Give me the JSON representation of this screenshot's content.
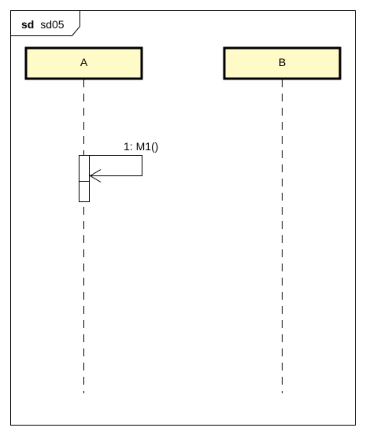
{
  "frame": {
    "keyword": "sd",
    "name": "sd05"
  },
  "lifelines": [
    {
      "name": "A"
    },
    {
      "name": "B"
    }
  ],
  "messages": [
    {
      "label": "1: M1()",
      "from": "A",
      "to": "A",
      "type": "self-call"
    }
  ],
  "colors": {
    "participant_fill": "#fffbc8",
    "line": "#000000",
    "background": "#ffffff"
  }
}
